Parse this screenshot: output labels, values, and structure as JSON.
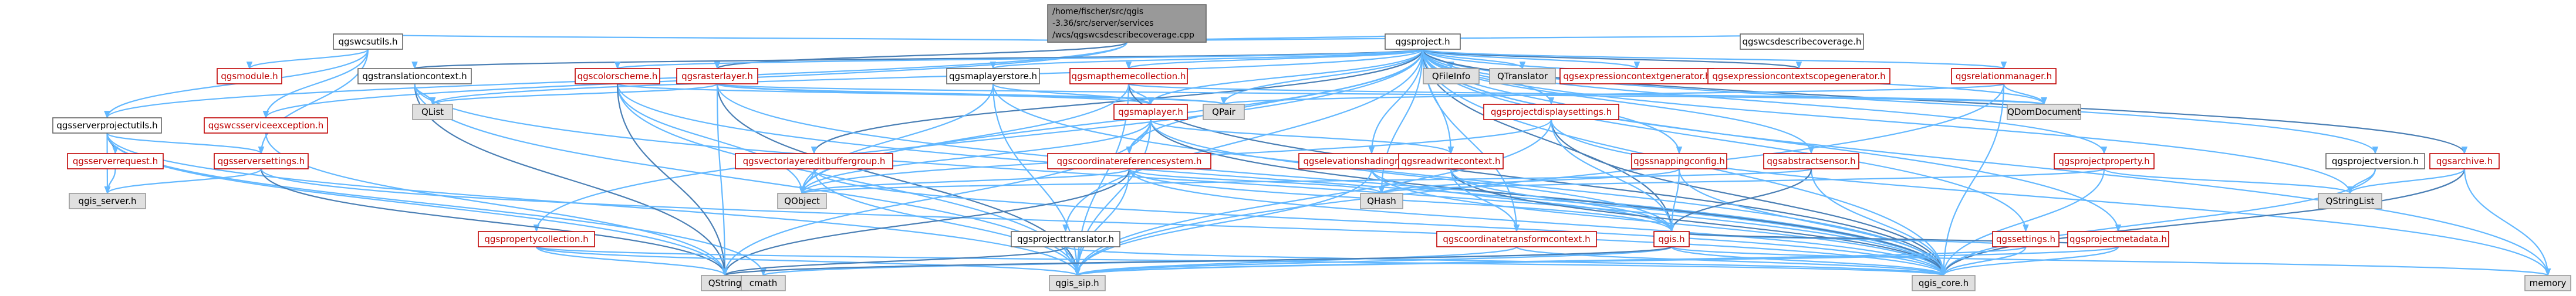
{
  "colors": {
    "edge": "#63b8ff",
    "edge_alt": "#4a7fb5",
    "node_fill": "#ffffff",
    "node_border": "#bf0000",
    "node_border_plain": "#666666",
    "system_fill": "#e0e0e0",
    "system_border": "#999999",
    "root_fill": "#999999",
    "text_link": "#bf0000",
    "text_plain": "#000000"
  },
  "root": {
    "lines": [
      "/home/fischer/src/qgis",
      "-3.36/src/server/services",
      "/wcs/qgswcsdescribecoverage.cpp"
    ]
  },
  "nodes": [
    {
      "id": "qgswcsutils",
      "label": "qgswcsutils.h",
      "kind": "plain"
    },
    {
      "id": "qgsproject",
      "label": "qgsproject.h",
      "kind": "plain"
    },
    {
      "id": "qgswcsdescribecoverage",
      "label": "qgswcsdescribecoverage.h",
      "kind": "plain"
    },
    {
      "id": "qgsmodule",
      "label": "qgsmodule.h",
      "kind": "link"
    },
    {
      "id": "qgswcsserviceexception",
      "label": "qgswcsserviceexception.h",
      "kind": "link"
    },
    {
      "id": "qgsserverprojectutils",
      "label": "qgsserverprojectutils.h",
      "kind": "plain"
    },
    {
      "id": "qgsrasterlayer",
      "label": "qgsrasterlayer.h",
      "kind": "link"
    },
    {
      "id": "qgstranslationcontext",
      "label": "qgstranslationcontext.h",
      "kind": "plain"
    },
    {
      "id": "qgscolorscheme",
      "label": "qgscolorscheme.h",
      "kind": "link"
    },
    {
      "id": "qgsmaplayerstore",
      "label": "qgsmaplayerstore.h",
      "kind": "plain"
    },
    {
      "id": "qgsmapthemecollection",
      "label": "qgsmapthemecollection.h",
      "kind": "link"
    },
    {
      "id": "qfileinfo",
      "label": "QFileInfo",
      "kind": "system"
    },
    {
      "id": "qtranslator",
      "label": "QTranslator",
      "kind": "system"
    },
    {
      "id": "qgsexpressioncontextgenerator",
      "label": "qgsexpressioncontextgenerator.h",
      "kind": "link"
    },
    {
      "id": "qgsexpressioncontextscopegenerator",
      "label": "qgsexpressioncontextscopegenerator.h",
      "kind": "link"
    },
    {
      "id": "qgsrelationmanager",
      "label": "qgsrelationmanager.h",
      "kind": "link"
    },
    {
      "id": "qlist",
      "label": "QList",
      "kind": "system"
    },
    {
      "id": "qpair",
      "label": "QPair",
      "kind": "system"
    },
    {
      "id": "qdomdocument",
      "label": "QDomDocument",
      "kind": "system"
    },
    {
      "id": "qgsmaplayer",
      "label": "qgsmaplayer.h",
      "kind": "link"
    },
    {
      "id": "qgsprojectdisplaysettings",
      "label": "qgsprojectdisplaysettings.h",
      "kind": "link"
    },
    {
      "id": "qgsserverrequest",
      "label": "qgsserverrequest.h",
      "kind": "link"
    },
    {
      "id": "qgsserversettings",
      "label": "qgsserversettings.h",
      "kind": "link"
    },
    {
      "id": "qgsvectorlayereditbuffergroup",
      "label": "qgsvectorlayereditbuffergroup.h",
      "kind": "link"
    },
    {
      "id": "qgscoordinatereferencesystem",
      "label": "qgscoordinatereferencesystem.h",
      "kind": "link"
    },
    {
      "id": "qgselevationshadingrenderer",
      "label": "qgselevationshadingrenderer.h",
      "kind": "link"
    },
    {
      "id": "qgsreadwritecontext",
      "label": "qgsreadwritecontext.h",
      "kind": "link"
    },
    {
      "id": "qgssnappingconfig",
      "label": "qgssnappingconfig.h",
      "kind": "link"
    },
    {
      "id": "qgsabstractsensor",
      "label": "qgsabstractsensor.h",
      "kind": "link"
    },
    {
      "id": "qgsprojectproperty",
      "label": "qgsprojectproperty.h",
      "kind": "link"
    },
    {
      "id": "qgsprojectversion",
      "label": "qgsprojectversion.h",
      "kind": "plain"
    },
    {
      "id": "qgsarchive",
      "label": "qgsarchive.h",
      "kind": "link"
    },
    {
      "id": "qgsserver",
      "label": "qgis_server.h",
      "kind": "system"
    },
    {
      "id": "qobject",
      "label": "QObject",
      "kind": "system"
    },
    {
      "id": "qhash",
      "label": "QHash",
      "kind": "system"
    },
    {
      "id": "qstringlist",
      "label": "QStringList",
      "kind": "system"
    },
    {
      "id": "qgspropertycollection",
      "label": "qgspropertycollection.h",
      "kind": "link"
    },
    {
      "id": "qgsprojecttranslator",
      "label": "qgsprojecttranslator.h",
      "kind": "plain"
    },
    {
      "id": "qgscoordinatetransformcontext",
      "label": "qgscoordinatetransformcontext.h",
      "kind": "link"
    },
    {
      "id": "qgis",
      "label": "qgis.h",
      "kind": "link"
    },
    {
      "id": "qgssettings",
      "label": "qgssettings.h",
      "kind": "link"
    },
    {
      "id": "qgsprojectmetadata",
      "label": "qgsprojectmetadata.h",
      "kind": "link"
    },
    {
      "id": "qstring",
      "label": "QString",
      "kind": "system"
    },
    {
      "id": "cmath",
      "label": "cmath",
      "kind": "system"
    },
    {
      "id": "qgis_sip",
      "label": "qgis_sip.h",
      "kind": "system"
    },
    {
      "id": "qgis_core",
      "label": "qgis_core.h",
      "kind": "system"
    },
    {
      "id": "memory",
      "label": "memory",
      "kind": "system"
    }
  ],
  "edges": [
    [
      "root",
      "qgswcsutils"
    ],
    [
      "root",
      "qgsproject"
    ],
    [
      "root",
      "qgswcsdescribecoverage"
    ],
    [
      "root",
      "qgsrasterlayer"
    ],
    [
      "root",
      "qgswcsserviceexception"
    ],
    [
      "root",
      "qgsserverprojectutils"
    ],
    [
      "qgswcsutils",
      "qgsmodule"
    ],
    [
      "qgswcsutils",
      "qgswcsserviceexception"
    ],
    [
      "qgswcsutils",
      "qgsserverprojectutils"
    ],
    [
      "qgswcsutils",
      "qgsserversettings"
    ],
    [
      "qgsproject",
      "qgstranslationcontext"
    ],
    [
      "qgsproject",
      "qgscolorscheme"
    ],
    [
      "qgsproject",
      "qgsmaplayerstore"
    ],
    [
      "qgsproject",
      "qgsmapthemecollection"
    ],
    [
      "qgsproject",
      "qfileinfo"
    ],
    [
      "qgsproject",
      "qtranslator"
    ],
    [
      "qgsproject",
      "qgsexpressioncontextgenerator"
    ],
    [
      "qgsproject",
      "qgsexpressioncontextscopegenerator"
    ],
    [
      "qgsproject",
      "qgsrelationmanager"
    ],
    [
      "qgsproject",
      "qlist"
    ],
    [
      "qgsproject",
      "qpair"
    ],
    [
      "qgsproject",
      "qdomdocument"
    ],
    [
      "qgsproject",
      "qgsmaplayer"
    ],
    [
      "qgsproject",
      "qgsprojectdisplaysettings"
    ],
    [
      "qgsproject",
      "qgsvectorlayereditbuffergroup"
    ],
    [
      "qgsproject",
      "qgselevationshadingrenderer"
    ],
    [
      "qgsproject",
      "qgsreadwritecontext"
    ],
    [
      "qgsproject",
      "qgssnappingconfig"
    ],
    [
      "qgsproject",
      "qgsabstractsensor"
    ],
    [
      "qgsproject",
      "qgsprojectproperty"
    ],
    [
      "qgsproject",
      "qgsprojectversion"
    ],
    [
      "qgsproject",
      "qgsarchive"
    ],
    [
      "qgsproject",
      "qobject"
    ],
    [
      "qgsproject",
      "qhash"
    ],
    [
      "qgsproject",
      "qstringlist"
    ],
    [
      "qgsproject",
      "qgspropertycollection"
    ],
    [
      "qgsproject",
      "qgsprojecttranslator"
    ],
    [
      "qgsproject",
      "qgscoordinatetransformcontext"
    ],
    [
      "qgsproject",
      "qgis"
    ],
    [
      "qgsproject",
      "qgssettings"
    ],
    [
      "qgsproject",
      "qgsprojectmetadata"
    ],
    [
      "qgsproject",
      "qgis_core"
    ],
    [
      "qgsproject",
      "memory"
    ],
    [
      "qgsproject",
      "qgscoordinatereferencesystem"
    ],
    [
      "qgswcsserviceexception",
      "qstring"
    ],
    [
      "qgsserverprojectutils",
      "qgsserverrequest"
    ],
    [
      "qgsserverprojectutils",
      "qgsserver"
    ],
    [
      "qgsserverprojectutils",
      "qstring"
    ],
    [
      "qgsserverprojectutils",
      "qgis_sip"
    ],
    [
      "qgsserverprojectutils",
      "qgsserversettings"
    ],
    [
      "qgsserverprojectutils",
      "cmath"
    ],
    [
      "qgsrasterlayer",
      "qgis_core"
    ],
    [
      "qgsrasterlayer",
      "qgis_sip"
    ],
    [
      "qgsrasterlayer",
      "qgsmaplayer"
    ],
    [
      "qgsrasterlayer",
      "qpair"
    ],
    [
      "qgsrasterlayer",
      "qlist"
    ],
    [
      "qgsrasterlayer",
      "qdomdocument"
    ],
    [
      "qgsrasterlayer",
      "qstring"
    ],
    [
      "qgstranslationcontext",
      "qlist"
    ],
    [
      "qgstranslationcontext",
      "qstring"
    ],
    [
      "qgstranslationcontext",
      "qgis_sip"
    ],
    [
      "qgstranslationcontext",
      "qgis_core"
    ],
    [
      "qgscolorscheme",
      "qobject"
    ],
    [
      "qgscolorscheme",
      "qgis_core"
    ],
    [
      "qgscolorscheme",
      "qgis_sip"
    ],
    [
      "qgscolorscheme",
      "qpair"
    ],
    [
      "qgscolorscheme",
      "qstring"
    ],
    [
      "qgsmaplayerstore",
      "qobject"
    ],
    [
      "qgsmaplayerstore",
      "qgis_core"
    ],
    [
      "qgsmaplayerstore",
      "qgsmaplayer"
    ],
    [
      "qgsmaplayerstore",
      "qgis_sip"
    ],
    [
      "qgsmapthemecollection",
      "qgsmaplayer"
    ],
    [
      "qgsmapthemecollection",
      "qobject"
    ],
    [
      "qgsmapthemecollection",
      "qgis_core"
    ],
    [
      "qgsmapthemecollection",
      "qgis_sip"
    ],
    [
      "qgsmapthemecollection",
      "qdomdocument"
    ],
    [
      "qgsrelationmanager",
      "qgis_core"
    ],
    [
      "qgsrelationmanager",
      "qpair"
    ],
    [
      "qgsrelationmanager",
      "qdomdocument"
    ],
    [
      "qgsrelationmanager",
      "qgis_sip"
    ],
    [
      "qgsmaplayer",
      "qgis_core"
    ],
    [
      "qgsmaplayer",
      "qgis_sip"
    ],
    [
      "qgsmaplayer",
      "qobject"
    ],
    [
      "qgsmaplayer",
      "qgscoordinatereferencesystem"
    ],
    [
      "qgsmaplayer",
      "qgsreadwritecontext"
    ],
    [
      "qgsmaplayer",
      "qstring"
    ],
    [
      "qgsmaplayer",
      "qgis"
    ],
    [
      "qgsprojectdisplaysettings",
      "qgis_core"
    ],
    [
      "qgsprojectdisplaysettings",
      "qgis_sip"
    ],
    [
      "qgsprojectdisplaysettings",
      "qobject"
    ],
    [
      "qgsprojectdisplaysettings",
      "memory"
    ],
    [
      "qgsprojectdisplaysettings",
      "qgis"
    ],
    [
      "qgsserverrequest",
      "qgsserver"
    ],
    [
      "qgsserversettings",
      "qgsserver"
    ],
    [
      "qgsserversettings",
      "qstring"
    ],
    [
      "qgsserversettings",
      "qgis_core"
    ],
    [
      "qgsvectorlayereditbuffergroup",
      "qobject"
    ],
    [
      "qgsvectorlayereditbuffergroup",
      "qgis_core"
    ],
    [
      "qgsvectorlayereditbuffergroup",
      "qgis_sip"
    ],
    [
      "qgscoordinatereferencesystem",
      "qgis_core"
    ],
    [
      "qgscoordinatereferencesystem",
      "qgis_sip"
    ],
    [
      "qgscoordinatereferencesystem",
      "qstring"
    ],
    [
      "qgscoordinatereferencesystem",
      "qhash"
    ],
    [
      "qgscoordinatereferencesystem",
      "qgis"
    ],
    [
      "qgscoordinatereferencesystem",
      "qobject"
    ],
    [
      "qgselevationshadingrenderer",
      "qgis_core"
    ],
    [
      "qgselevationshadingrenderer",
      "qgis_sip"
    ],
    [
      "qgselevationshadingrenderer",
      "qgis"
    ],
    [
      "qgsreadwritecontext",
      "qgis_core"
    ],
    [
      "qgsreadwritecontext",
      "qgis"
    ],
    [
      "qgsreadwritecontext",
      "qgscoordinatetransformcontext"
    ],
    [
      "qgssnappingconfig",
      "qgis_core"
    ],
    [
      "qgssnappingconfig",
      "qgis"
    ],
    [
      "qgssnappingconfig",
      "qhash"
    ],
    [
      "qgsabstractsensor",
      "qgis_core"
    ],
    [
      "qgsabstractsensor",
      "qgis"
    ],
    [
      "qgsabstractsensor",
      "qobject"
    ],
    [
      "qgsprojectproperty",
      "qgis_core"
    ],
    [
      "qgsprojectproperty",
      "qstringlist"
    ],
    [
      "qgsprojectproperty",
      "qhash"
    ],
    [
      "qgsprojectversion",
      "qgis_core"
    ],
    [
      "qgsprojectversion",
      "qstringlist"
    ],
    [
      "qgsarchive",
      "qgis_core"
    ],
    [
      "qgsarchive",
      "qstringlist"
    ],
    [
      "qgsarchive",
      "memory"
    ],
    [
      "qgspropertycollection",
      "qgis_core"
    ],
    [
      "qgspropertycollection",
      "qgis_sip"
    ],
    [
      "qgspropertycollection",
      "qstring"
    ],
    [
      "qgsprojecttranslator",
      "qgis_core"
    ],
    [
      "qgsprojecttranslator",
      "qstring"
    ],
    [
      "qgsprojecttranslator",
      "qgis_sip"
    ],
    [
      "qgscoordinatetransformcontext",
      "qgis_core"
    ],
    [
      "qgscoordinatetransformcontext",
      "qgis_sip"
    ],
    [
      "qgis",
      "qgis_core"
    ],
    [
      "qgis",
      "qgis_sip"
    ],
    [
      "qgis",
      "cmath"
    ],
    [
      "qgis",
      "qstring"
    ],
    [
      "qgis",
      "memory"
    ],
    [
      "qgssettings",
      "qgis_core"
    ],
    [
      "qgssettings",
      "qgis_sip"
    ],
    [
      "qgssettings",
      "qgis"
    ],
    [
      "qgsprojectmetadata",
      "qgis_core"
    ],
    [
      "qgsprojectmetadata",
      "qgis_sip"
    ],
    [
      "qgsprojectmetadata",
      "qgis"
    ]
  ]
}
